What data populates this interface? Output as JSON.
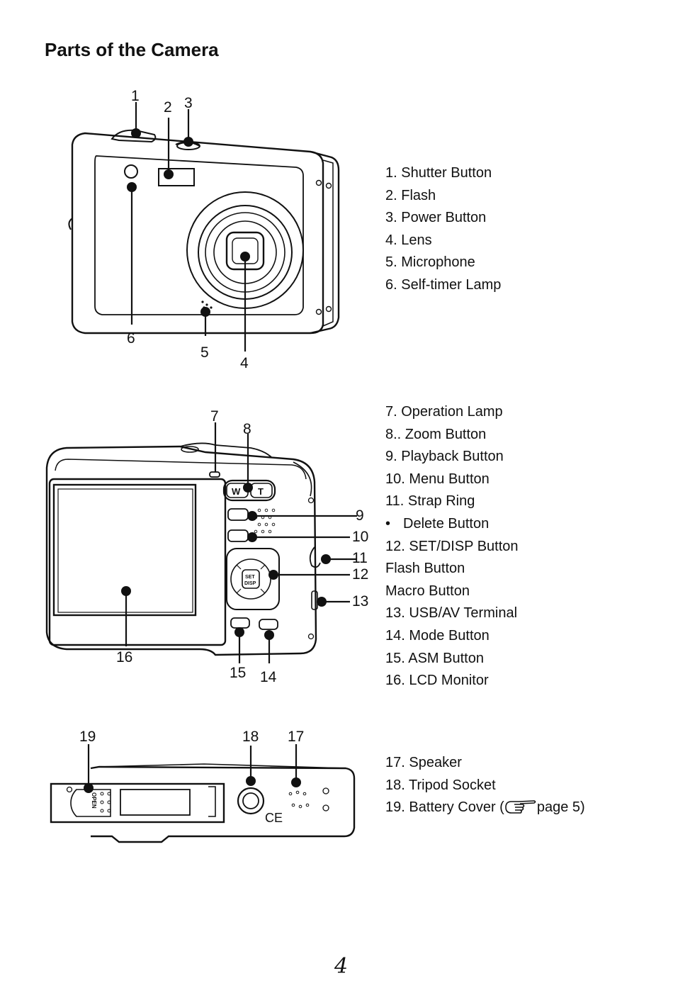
{
  "page": {
    "title": "Parts of the Camera",
    "page_number": "4"
  },
  "front_view": {
    "callouts": [
      "1",
      "2",
      "3",
      "4",
      "5",
      "6"
    ],
    "items": [
      "1. Shutter Button",
      "2. Flash",
      "3. Power Button",
      "4. Lens",
      "5. Microphone",
      "6. Self-timer Lamp"
    ]
  },
  "back_view": {
    "callouts": [
      "7",
      "8",
      "9",
      "10",
      "11",
      "12",
      "13",
      "14",
      "15",
      "16"
    ],
    "button_labels": {
      "wide": "W",
      "tele": "T",
      "set": "SET",
      "disp": "DISP"
    },
    "items": [
      {
        "bullet": "",
        "text": "7. Operation Lamp"
      },
      {
        "bullet": "",
        "text": "8.. Zoom Button"
      },
      {
        "bullet": "",
        "text": "9. Playback Button"
      },
      {
        "bullet": "",
        "text": "10. Menu Button"
      },
      {
        "bullet": "",
        "text": "11. Strap Ring"
      },
      {
        "bullet": "•",
        "text": "Delete Button"
      },
      {
        "bullet": "",
        "text": "12. SET/DISP Button"
      },
      {
        "bullet": "",
        "text": "Flash Button"
      },
      {
        "bullet": "",
        "text": "Macro Button"
      },
      {
        "bullet": "",
        "text": "13. USB/AV Terminal"
      },
      {
        "bullet": "",
        "text": "14. Mode Button"
      },
      {
        "bullet": "",
        "text": "15. ASM Button"
      },
      {
        "bullet": "",
        "text": "16. LCD Monitor"
      }
    ]
  },
  "bottom_view": {
    "callouts": [
      "19",
      "18",
      "17"
    ],
    "cover_label": "OPEN",
    "ce_mark": "CE",
    "items": [
      "17. Speaker",
      "18. Tripod Socket"
    ],
    "battery_item": {
      "prefix": "19. Battery Cover (",
      "icon": "hand-pointer-icon",
      "suffix": "page 5)"
    }
  }
}
